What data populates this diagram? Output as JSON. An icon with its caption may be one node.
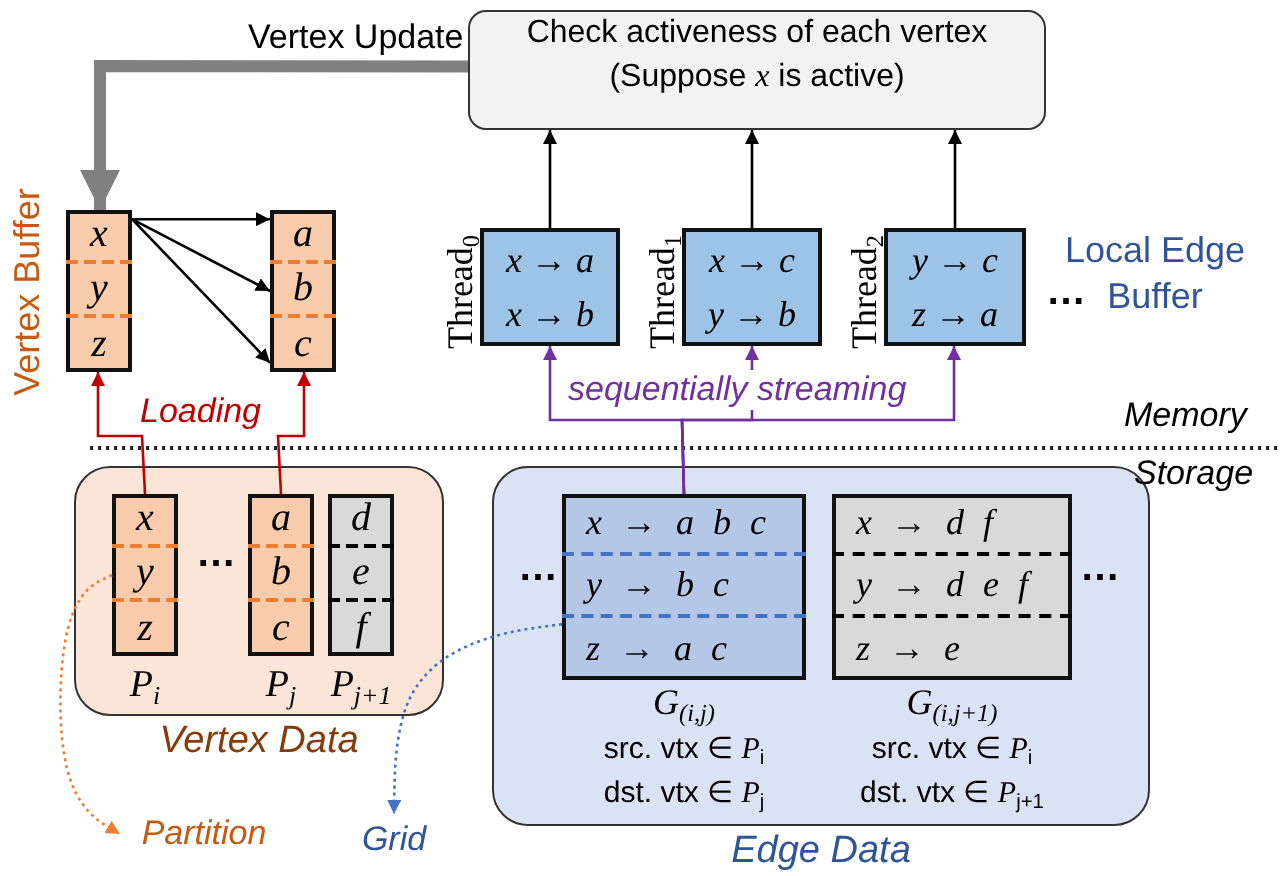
{
  "diagram": {
    "nodes": [
      {
        "text": [
          "Check activeness of each vertex (Suppose *x* is active)"
        ]
      },
      {
        "text": [],
        "shape": "box",
        "beside": [
          "Vertex Buffer"
        ]
      },
      {
        "text": [
          "x"
        ],
        "in": 1
      },
      {
        "text": [
          "y"
        ],
        "in": 1
      },
      {
        "text": [
          "z"
        ],
        "in": 1
      },
      {
        "text": [],
        "shape": "box"
      },
      {
        "text": [
          "a"
        ],
        "in": 5
      },
      {
        "text": [
          "b"
        ],
        "in": 5
      },
      {
        "text": [
          "c"
        ],
        "in": 5
      },
      {
        "text": [
          "x → a",
          "x → b"
        ],
        "beside": [
          "Thread$_{0}$"
        ]
      },
      {
        "text": [
          "x → c",
          "y → b"
        ],
        "beside": [
          "Thread$_{1}$"
        ]
      },
      {
        "text": [
          "y → c",
          "z → a"
        ],
        "beside": [
          "Thread$_{2}$",
          "…"
        ]
      },
      {
        "text": [
          "Vertex Data"
        ]
      },
      {
        "text": [],
        "shape": "box",
        "in": 12,
        "beside": [
          "P$_{i}$"
        ]
      },
      {
        "text": [
          "x"
        ],
        "in": 13
      },
      {
        "text": [
          "y"
        ],
        "in": 13
      },
      {
        "text": [
          "z"
        ],
        "in": 13
      },
      {
        "text": [],
        "shape": "box",
        "in": 12,
        "beside": [
          "P$_{j}$"
        ]
      },
      {
        "text": [
          "a"
        ],
        "in": 17
      },
      {
        "text": [
          "b"
        ],
        "in": 17
      },
      {
        "text": [
          "c"
        ],
        "in": 17
      },
      {
        "text": [],
        "shape": "box",
        "in": 12,
        "beside": [
          "P$_{j+1}$"
        ]
      },
      {
        "text": [
          "d"
        ],
        "in": 21
      },
      {
        "text": [
          "e"
        ],
        "in": 21
      },
      {
        "text": [
          "f"
        ],
        "in": 21
      },
      {
        "text": [
          "Edge Data"
        ]
      },
      {
        "text": [],
        "shape": "box",
        "in": 25,
        "beside": [
          "G$_{(i,j)}$",
          "src. vtx ∈ *P*$_{i}$",
          "dst. vtx ∈ *P*$_{j}$"
        ]
      },
      {
        "text": [
          "x → a b c"
        ],
        "in": 26
      },
      {
        "text": [
          "y → b c"
        ],
        "in": 26
      },
      {
        "text": [
          "z → a c"
        ],
        "in": 26
      },
      {
        "text": [],
        "shape": "box",
        "in": 25,
        "beside": [
          "G$_{(i,j+1)}$",
          "src. vtx ∈ *P*$_{i}$",
          "dst. vtx ∈ *P*$_{j+1}$"
        ]
      },
      {
        "text": [
          "x → d f"
        ],
        "in": 30
      },
      {
        "text": [
          "y → d e f"
        ],
        "in": 30
      },
      {
        "text": [
          "z → e"
        ],
        "in": 30
      },
      {
        "text": [
          "Partition"
        ]
      },
      {
        "text": [
          "Grid"
        ]
      }
    ],
    "edges": [
      {
        "from": 0,
        "to": 2,
        "arrow": "to",
        "label": "Vertex Update",
        "style": "thick",
        "color": "#808080"
      },
      {
        "from": 2,
        "to": 6,
        "arrow": "to"
      },
      {
        "from": 2,
        "to": 7,
        "arrow": "to"
      },
      {
        "from": 2,
        "to": 8,
        "arrow": "to"
      },
      {
        "from": 9,
        "to": 0,
        "arrow": "to"
      },
      {
        "from": 10,
        "to": 0,
        "arrow": "to"
      },
      {
        "from": 11,
        "to": 0,
        "arrow": "to"
      },
      {
        "from": 13,
        "to": 1,
        "arrow": "to",
        "label": "Loading",
        "color": "#c00000"
      },
      {
        "from": 17,
        "to": 5,
        "arrow": "to",
        "color": "#c00000"
      },
      {
        "from": 26,
        "to": 9,
        "arrow": "to",
        "label": "sequentially streaming",
        "color": "#7030a0"
      },
      {
        "from": 26,
        "to": 10,
        "arrow": "to",
        "color": "#7030a0"
      },
      {
        "from": 26,
        "to": 11,
        "arrow": "to",
        "color": "#7030a0"
      },
      {
        "from": 15,
        "to": 34,
        "arrow": "to",
        "style": "dashed",
        "color": "#ed7d31"
      },
      {
        "from": 26,
        "to": 35,
        "arrow": "to",
        "style": "dashed",
        "color": "#4472c4"
      }
    ],
    "labels": [
      "Local Edge Buffer",
      "Memory",
      "Storage",
      "…",
      "…",
      "…"
    ]
  }
}
